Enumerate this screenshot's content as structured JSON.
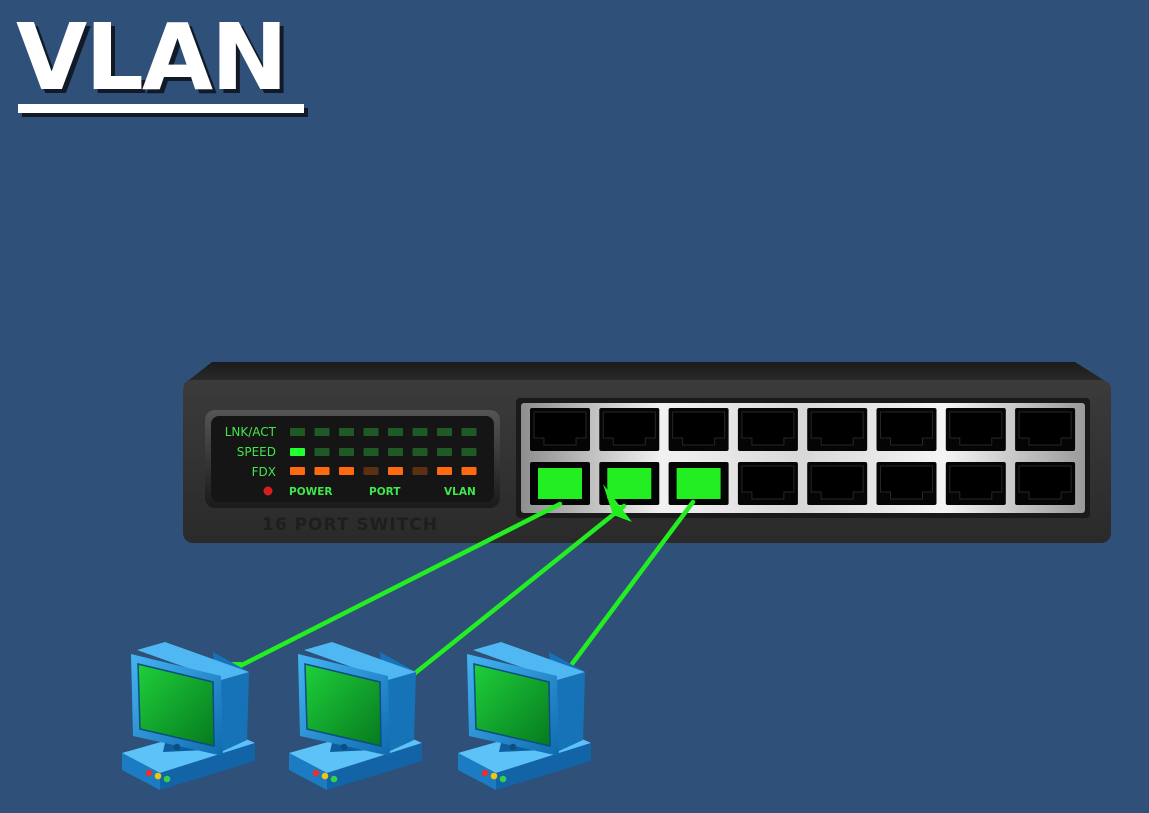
{
  "title": "VLAN",
  "switch": {
    "model_label": "16 PORT SWITCH",
    "led_rows": [
      "LNK/ACT",
      "SPEED",
      "FDX"
    ],
    "led_captions": [
      "POWER",
      "PORT",
      "VLAN"
    ],
    "led_states": {
      "lnk_act": [
        "dim",
        "dim",
        "dim",
        "dim",
        "dim",
        "dim",
        "dim",
        "dim"
      ],
      "speed": [
        "on",
        "dim",
        "dim",
        "dim",
        "dim",
        "dim",
        "dim",
        "dim"
      ],
      "fdx": [
        "orange",
        "orange",
        "orange",
        "orange-dim",
        "orange",
        "orange-dim",
        "orange",
        "orange"
      ]
    },
    "ports_top": [
      "empty",
      "empty",
      "empty",
      "empty",
      "empty",
      "empty",
      "empty",
      "empty"
    ],
    "ports_bottom": [
      "connected",
      "connected",
      "connected",
      "empty",
      "empty",
      "empty",
      "empty",
      "empty"
    ]
  },
  "computers": [
    {
      "port": 1
    },
    {
      "port": 2
    },
    {
      "port": 3
    }
  ],
  "colors": {
    "background": "#2e5079",
    "link": "#22ee22",
    "led_green": "#22ff33",
    "led_orange": "#ff6a10",
    "monitor_blue": "#1f96e0",
    "screen_green": "#0b9a2a"
  }
}
